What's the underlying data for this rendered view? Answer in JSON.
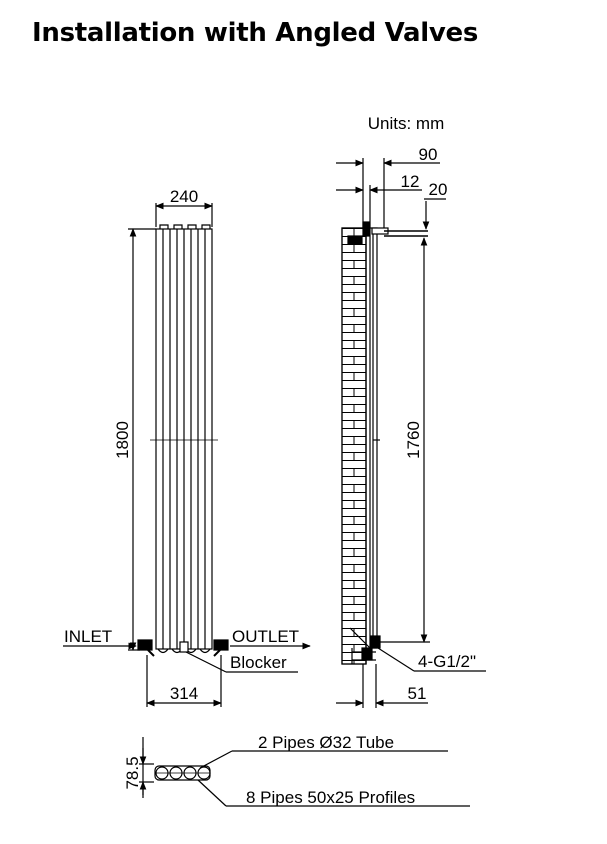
{
  "title": "Installation with Angled Valves",
  "units_label": "Units: mm",
  "dimensions": {
    "width_top": "240",
    "height_total": "1800",
    "width_bottom": "314",
    "side_depth": "90",
    "side_gap": "12",
    "side_offset": "20",
    "side_height": "1760",
    "side_bottom": "51",
    "section_height": "78.5"
  },
  "labels": {
    "inlet": "INLET",
    "outlet": "OUTLET",
    "blocker": "Blocker",
    "thread": "4-G1/2\"",
    "tubes": "2 Pipes Ø32  Tube",
    "profiles": "8 Pipes 50x25   Profiles"
  }
}
